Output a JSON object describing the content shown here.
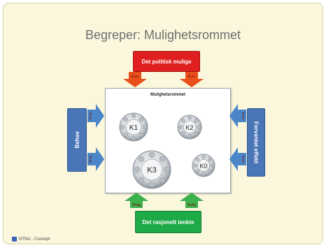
{
  "slide": {
    "title": "Begreper: Mulighetsrommet",
    "top_box": "Det politisk mulige",
    "bottom_box": "Det rasjonelt tenkte",
    "left_box": "Behov",
    "right_box": "Forventet effekt",
    "space_title": "Mulighetsrommet",
    "arrow_label_top": "Krav",
    "arrow_label_side": "Krav",
    "arrow_label_bottom": "Mulig",
    "concepts": [
      "K1",
      "K2",
      "K3",
      "K0"
    ],
    "footer": "NTNU - Concept"
  },
  "colors": {
    "red": "#e02020",
    "green": "#1faa48",
    "blue": "#4a76b8",
    "arrow_orange": "#e8501a",
    "arrow_blue": "#4a86c8",
    "arrow_green": "#3cb04a"
  }
}
